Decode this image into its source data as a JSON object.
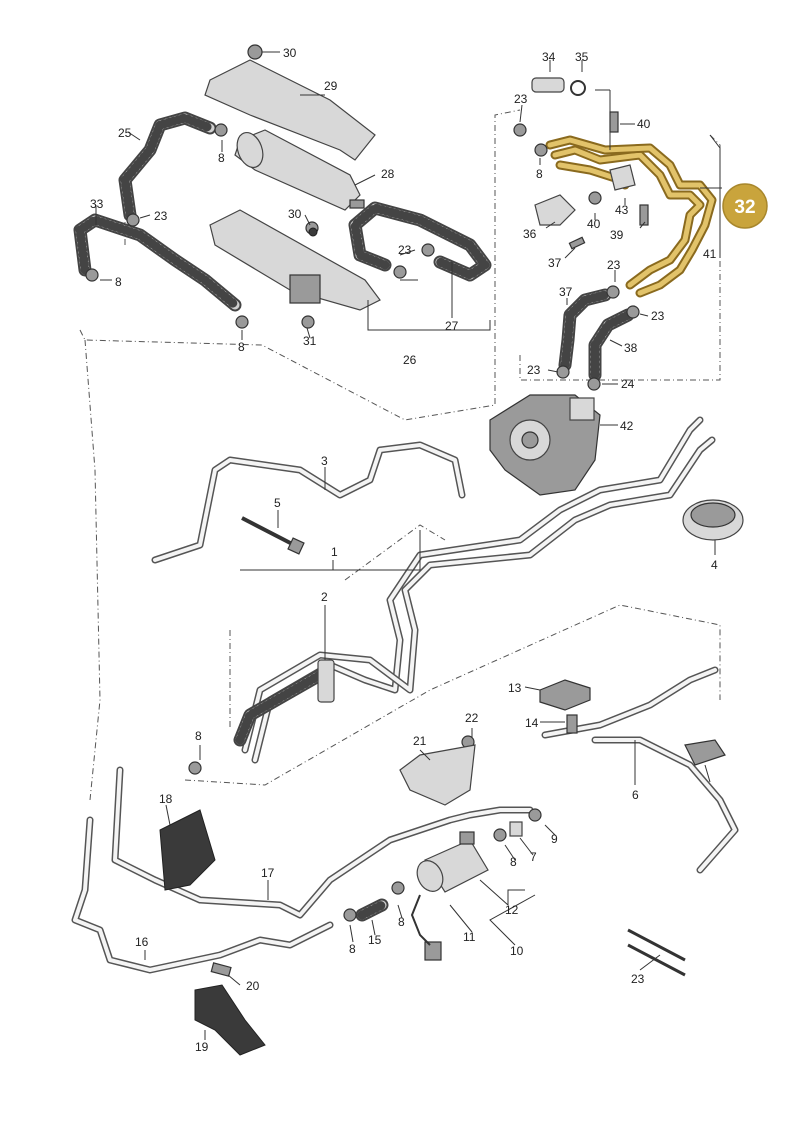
{
  "diagram": {
    "labels": [
      "1",
      "2",
      "3",
      "4",
      "5",
      "6",
      "7",
      "8",
      "8",
      "8",
      "8",
      "8",
      "8",
      "8",
      "8",
      "9",
      "10",
      "11",
      "12",
      "13",
      "14",
      "15",
      "16",
      "17",
      "18",
      "19",
      "20",
      "21",
      "22",
      "23",
      "23",
      "23",
      "23",
      "23",
      "23",
      "23",
      "24",
      "25",
      "26",
      "27",
      "28",
      "29",
      "30",
      "30",
      "31",
      "33",
      "34",
      "35",
      "36",
      "37",
      "37",
      "38",
      "39",
      "40",
      "40",
      "41",
      "42",
      "43"
    ],
    "highlight": {
      "label": "32",
      "color": "#c9a43c",
      "text_color": "#ffffff"
    },
    "colors": {
      "line": "#333333",
      "part": "#d8d8d8",
      "highlight_pipe": "#e2c36a"
    }
  }
}
